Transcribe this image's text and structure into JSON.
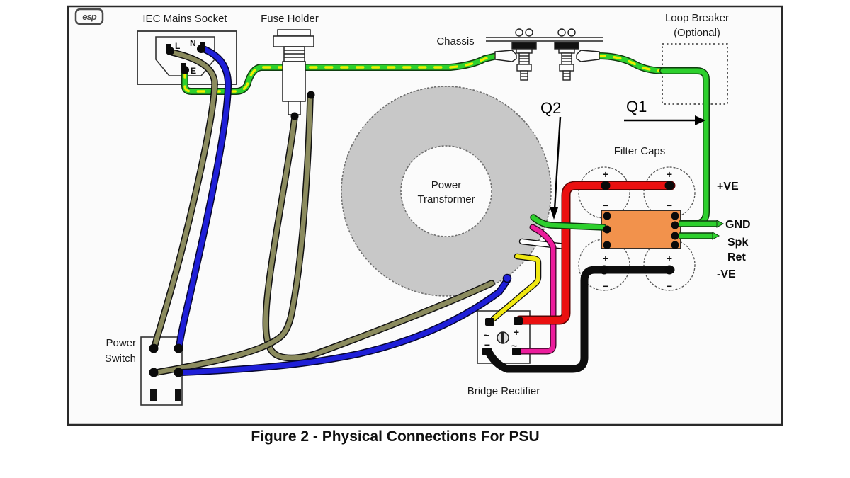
{
  "figure": {
    "caption": "Figure 2 - Physical Connections For PSU",
    "logo": "esp"
  },
  "components": {
    "iec_socket": {
      "label": "IEC Mains Socket",
      "terminals": {
        "live": "L",
        "neutral": "N",
        "earth": "E"
      }
    },
    "fuse_holder": {
      "label": "Fuse Holder"
    },
    "chassis": {
      "label": "Chassis"
    },
    "loop_breaker": {
      "label": "Loop Breaker",
      "note": "(Optional)"
    },
    "transformer": {
      "label_line1": "Power",
      "label_line2": "Transformer"
    },
    "filter_caps": {
      "label": "Filter Caps",
      "plus": "+",
      "minus": "−"
    },
    "bridge_rectifier": {
      "label": "Bridge Rectifier",
      "ac": "~",
      "plus": "+",
      "minus": "−"
    },
    "power_switch": {
      "label_line1": "Power",
      "label_line2": "Switch"
    }
  },
  "annotations": {
    "q1": "Q1",
    "q2": "Q2"
  },
  "rails": {
    "pos": "+VE",
    "gnd": "GND",
    "spk1": "Spk",
    "spk2": "Ret",
    "neg": "-VE"
  },
  "colors": {
    "earth_green": "#2dd02d",
    "earth_yellow": "#f0ee00",
    "live_olive": "#8b8b5e",
    "neutral_blue": "#1f1fd8",
    "dc_red": "#ea1010",
    "dc_black": "#0d0d0d",
    "sec_magenta": "#ec1c9c",
    "sec_yellow": "#f0e812",
    "sec_white": "#ffffff",
    "plate_orange": "#f2924c",
    "toroid_gray": "#c8c8c8"
  }
}
